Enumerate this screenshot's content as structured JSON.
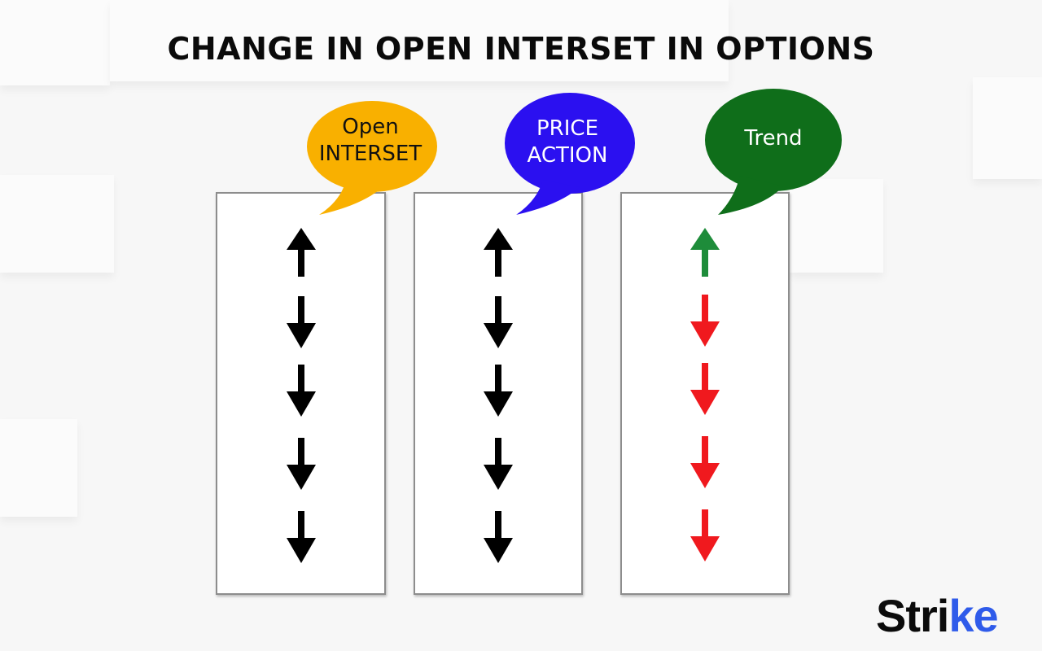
{
  "title": "CHANGE IN OPEN INTERSET IN OPTIONS",
  "columns": [
    {
      "label_line1": "Open",
      "label_line2": "INTERSET",
      "bubble_color": "#f9b000",
      "text_color": "#111111",
      "arrows": [
        {
          "direction": "up",
          "color": "#000000"
        },
        {
          "direction": "down",
          "color": "#000000"
        },
        {
          "direction": "down",
          "color": "#000000"
        },
        {
          "direction": "down",
          "color": "#000000"
        },
        {
          "direction": "down",
          "color": "#000000"
        }
      ]
    },
    {
      "label_line1": "PRICE",
      "label_line2": "ACTION",
      "bubble_color": "#2b10f0",
      "text_color": "#ffffff",
      "arrows": [
        {
          "direction": "up",
          "color": "#000000"
        },
        {
          "direction": "down",
          "color": "#000000"
        },
        {
          "direction": "down",
          "color": "#000000"
        },
        {
          "direction": "down",
          "color": "#000000"
        },
        {
          "direction": "down",
          "color": "#000000"
        }
      ]
    },
    {
      "label_line1": "Trend",
      "label_line2": "",
      "bubble_color": "#0f6e1a",
      "text_color": "#ffffff",
      "arrows": [
        {
          "direction": "up",
          "color": "#1e8c3a"
        },
        {
          "direction": "down",
          "color": "#f0191e"
        },
        {
          "direction": "down",
          "color": "#f0191e"
        },
        {
          "direction": "down",
          "color": "#f0191e"
        },
        {
          "direction": "down",
          "color": "#f0191e"
        }
      ]
    }
  ],
  "logo": {
    "main": "Stri",
    "accent": "k",
    "tail": "e"
  }
}
